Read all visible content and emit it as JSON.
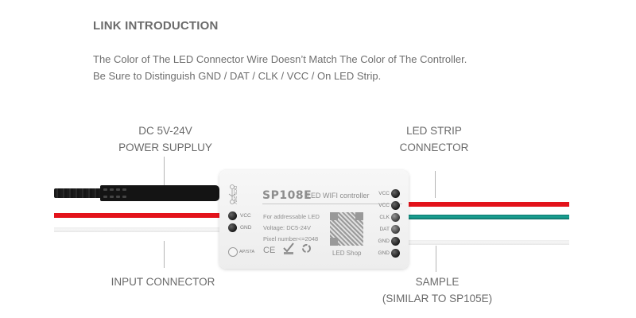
{
  "header": {
    "title": "LINK INTRODUCTION",
    "lines": [
      "The Color of The LED Connector Wire Doesn’t Match The Color of The Controller.",
      "Be Sure to Distinguish GND / DAT / CLK / VCC / On LED Strip."
    ]
  },
  "callouts": {
    "power": [
      "DC 5V-24V",
      "POWER SUPPLUY"
    ],
    "strip": [
      "LED STRIP",
      "CONNECTOR"
    ],
    "input": [
      "INPUT CONNECTOR"
    ],
    "sample": [
      "SAMPLE",
      "(SIMILAR TO SP105E)"
    ]
  },
  "controller": {
    "model": "SP108E",
    "subtitle": "LED WIFI controller",
    "specs": [
      "For addressable LED",
      "Voltage: DC5-24V",
      "Pixel number<=2048"
    ],
    "dc_mark": "DC5-24V",
    "left_terminals": [
      "VCC",
      "GND"
    ],
    "button_label": "AP/STA",
    "right_terminals": [
      "VCC",
      "VCC",
      "CLK",
      "DAT",
      "GND",
      "GND"
    ],
    "qr_caption": "LED Shop",
    "cert_marks": [
      "CE",
      "RoHS",
      "recycle"
    ]
  },
  "colors": {
    "red_wire": "#e3131b",
    "teal_wire": "#1aa596",
    "black_cable": "#1b1b1b",
    "text": "#6a6a6a"
  }
}
